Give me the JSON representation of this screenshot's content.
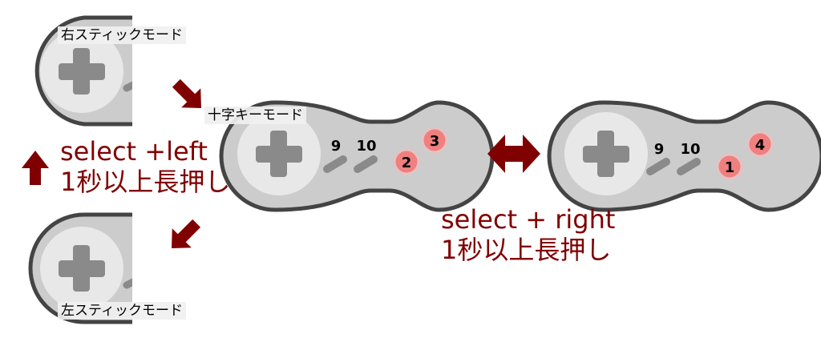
{
  "labels": {
    "right_stick_mode": "右スティックモード",
    "dpad_mode": "十字キーモード",
    "left_stick_mode": "左スティックモード"
  },
  "instructions": {
    "select_left_line1": "select +left",
    "select_left_line2": "1秒以上長押し",
    "select_right_line1": "select + right",
    "select_right_line2": "1秒以上長押し"
  },
  "center_pad": {
    "button_9": "9",
    "button_10": "10",
    "button_a": "2",
    "button_b": "3"
  },
  "right_pad": {
    "button_9": "9",
    "button_10": "10",
    "button_a": "1",
    "button_b": "4"
  },
  "colors": {
    "body": "#cccccc",
    "outline": "#444444",
    "dpad_ring": "#e8e8e8",
    "dpad": "#8a8a8a",
    "button_fill": "#f08080",
    "arrow": "#800000",
    "instruction_text": "#800000"
  },
  "icons": {
    "mode_arrows": "thick-arrow-icon",
    "swap_arrow": "double-headed-arrow-icon",
    "dpad": "cross-dpad-icon"
  }
}
